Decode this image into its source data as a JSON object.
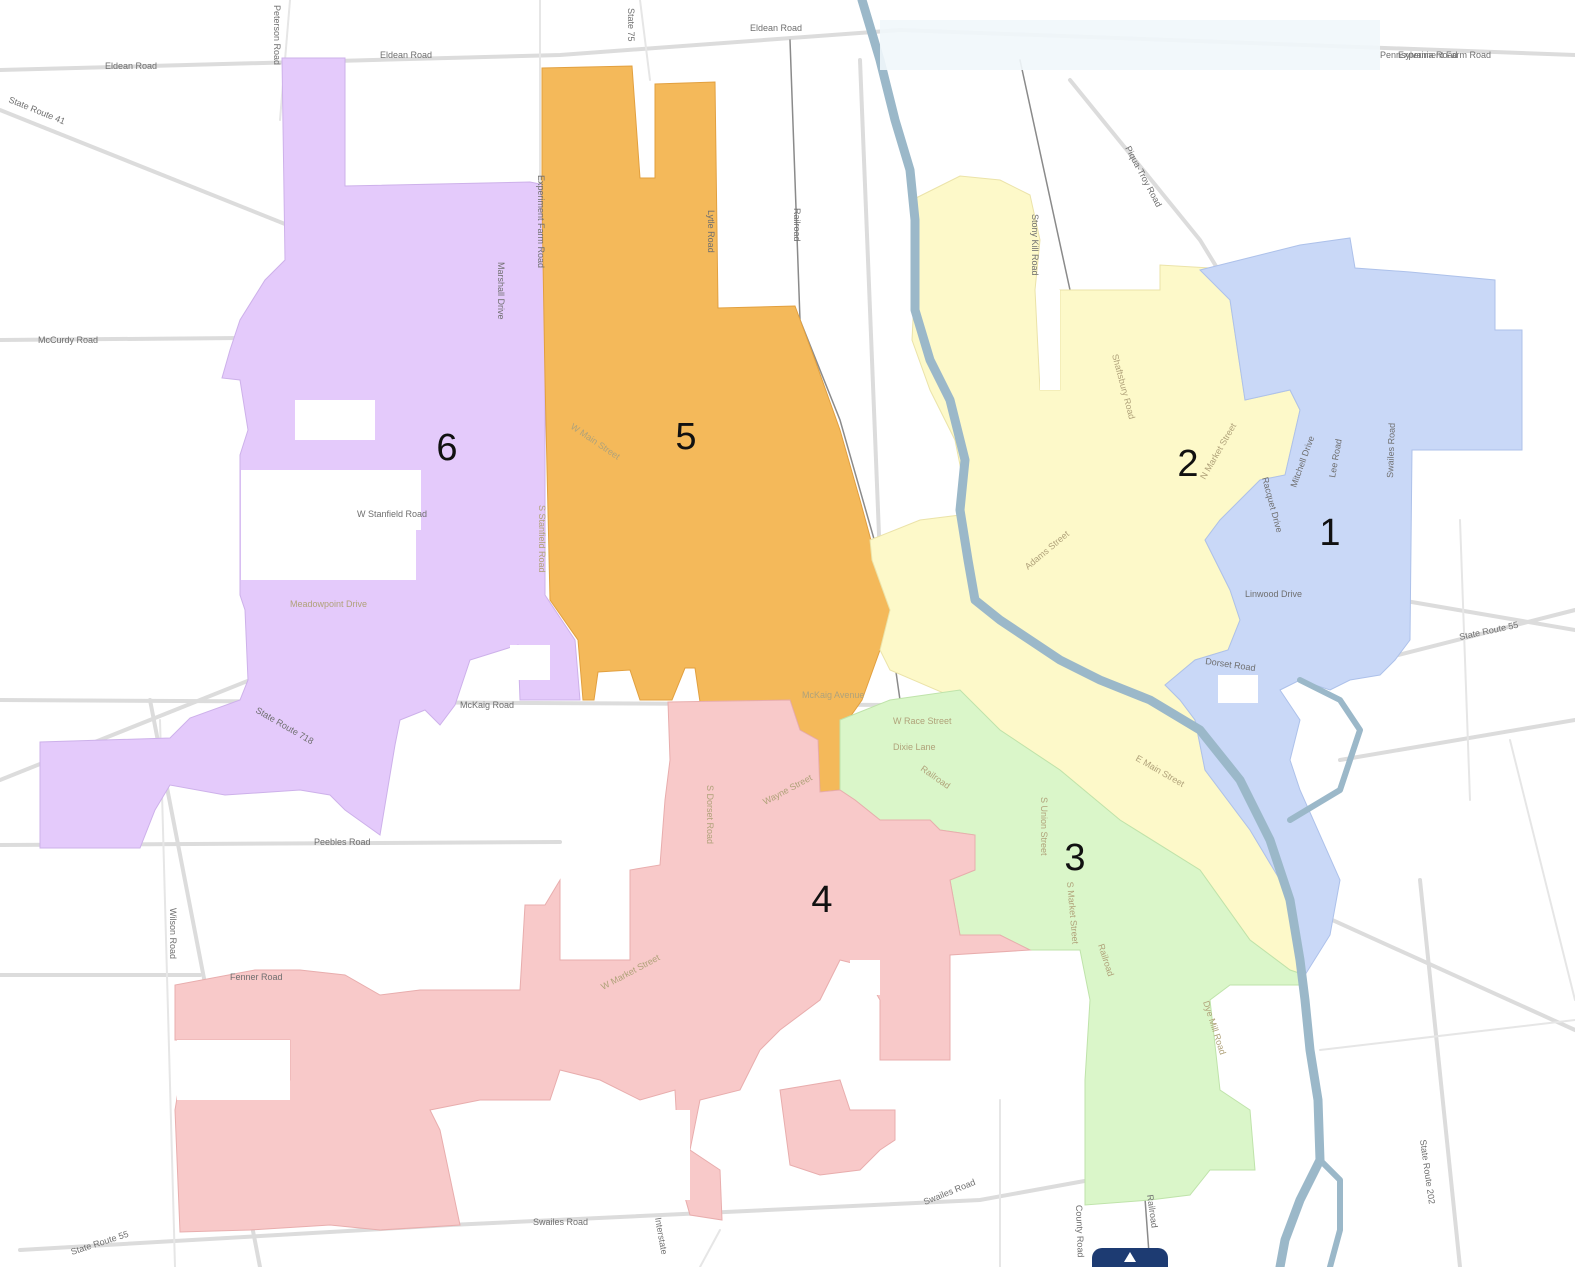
{
  "map": {
    "colors": {
      "ward1": "#c9d8f7",
      "ward2": "#fdf9c9",
      "ward3": "#daf6c9",
      "ward4": "#f8c9c9",
      "ward5": "#f4b95a",
      "ward6": "#e4cafb",
      "river": "#9bb8c9",
      "road": "#d4d4d4",
      "railroad": "#8a8a8a"
    },
    "wards": [
      {
        "number": "1"
      },
      {
        "number": "2"
      },
      {
        "number": "3"
      },
      {
        "number": "4"
      },
      {
        "number": "5"
      },
      {
        "number": "6"
      }
    ],
    "road_labels": [
      "Eldean Road",
      "Eldean Road",
      "Eldean Road",
      "Peterson Road",
      "State 75",
      "Piqua-Troy Road",
      "State Route 41",
      "McCurdy Road",
      "Marshall Drive",
      "Experiment Farm Road",
      "Lytle Road",
      "Railroad",
      "Stony Kill Road",
      "Shaftsbury Road",
      "W Main Street",
      "W Stanfield Road",
      "S Stanfield Road",
      "Meadowpoint Drive",
      "Adams Street",
      "N Market Street",
      "Lee Road",
      "Racquet Drive",
      "Mitchell Drive",
      "Linwood Drive",
      "Dorset Road",
      "Swailes Road",
      "State Route 55",
      "State Route 718",
      "McKaig Road",
      "McKaig Avenue",
      "W Race Street",
      "Dixie Lane",
      "Railroad",
      "E Main Street",
      "Wayne Street",
      "S Dorset Road",
      "Peebles Road",
      "S Union Street",
      "S Market Street",
      "Railroad",
      "Wilson Road",
      "Fenner Road",
      "W Market Street",
      "Dye Mill Road",
      "State Route 202",
      "Swailes Road",
      "State Route 55",
      "Swailes Road",
      "Interstate",
      "County Road",
      "Railroad",
      "Experiment Farm Road",
      "Pennsylvania Road"
    ]
  }
}
